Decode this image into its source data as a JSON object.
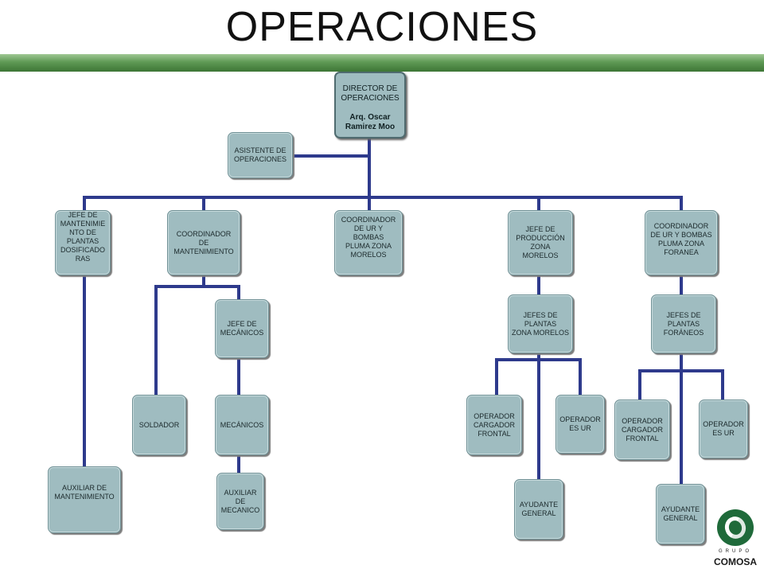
{
  "title": "OPERACIONES",
  "colors": {
    "connector": "#2e3a8c",
    "box_fill": "#9fbcc0",
    "band": "#5f9a55"
  },
  "nodes": {
    "director": {
      "line1": "DIRECTOR DE\nOPERACIONES",
      "line2": "Arq. Oscar\nRamirez Moo"
    },
    "asistente": "ASISTENTE DE\nOPERACIONES",
    "jefe_mant_dosif": "JEFE DE\nMANTENIMIE\nNTO DE\nPLANTAS\nDOSIFICADO\nRAS",
    "coord_mant": "COORDINADOR\nDE\nMANTENIMIENTO",
    "coord_ur_morelos": "COORDINADOR\nDE UR Y\nBOMBAS\nPLUMA ZONA\nMORELOS",
    "jefe_prod_morelos": "JEFE DE\nPRODUCCIÓN\nZONA\nMORELOS",
    "coord_ur_foranea": "COORDINADOR\nDE UR Y BOMBAS\nPLUMA ZONA\nFORANEA",
    "jefe_mecanicos": "JEFE DE\nMECÁNICOS",
    "soldador": "SOLDADOR",
    "mecanicos": "MECÁNICOS",
    "aux_mecanico": "AUXILIAR\nDE\nMECANICO",
    "aux_mant": "AUXILIAR DE\nMANTENIMIENTO",
    "jefes_plantas_morelos": "JEFES DE\nPLANTAS\nZONA MORELOS",
    "op_cargador_m": "OPERADOR\nCARGADOR\nFRONTAL",
    "op_ur_m": "OPERADOR\nES UR",
    "ayudante_m": "AYUDANTE\nGENERAL",
    "jefes_plantas_foraneos": "JEFES DE\nPLANTAS\nFORÁNEOS",
    "op_cargador_f": "OPERADOR\nCARGADOR\nFRONTAL",
    "op_ur_f": "OPERADOR\nES UR",
    "ayudante_f": "AYUDANTE\nGENERAL"
  },
  "logo": {
    "grupo": "GRUPO",
    "name": "COMOSA"
  }
}
